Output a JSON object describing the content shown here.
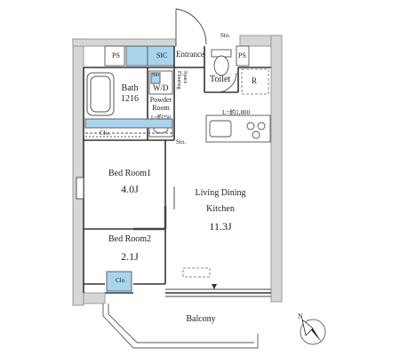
{
  "rooms": {
    "ps_left": "PS",
    "sic": "SIC",
    "entrance": "Entrance",
    "sto_top": "Sto.",
    "ps_right": "PS",
    "toilet": "Toilet",
    "refrigerator": "R",
    "bath_name": "Bath",
    "bath_size": "1216",
    "sto_small": "Sto.",
    "wd": "W/D",
    "powder_line1": "Powder",
    "powder_line2": "Room",
    "powder_dim": "L=約750",
    "kitchen_dim": "L=約1,800",
    "cl_left": "Clo.",
    "sto_mid": "Sto.",
    "bed1_name": "Bed Room1",
    "bed1_size": "4.0J",
    "living_line1": "Living Dining",
    "living_line2": "Kitchen",
    "living_size": "11.3J",
    "bed2_name": "Bed Room2",
    "bed2_size": "2.1J",
    "cl_bottom": "Clo.",
    "balcony": "Balcony",
    "flooring_label": "Flooring",
    "flooring_sub": "Space",
    "north": "N"
  }
}
